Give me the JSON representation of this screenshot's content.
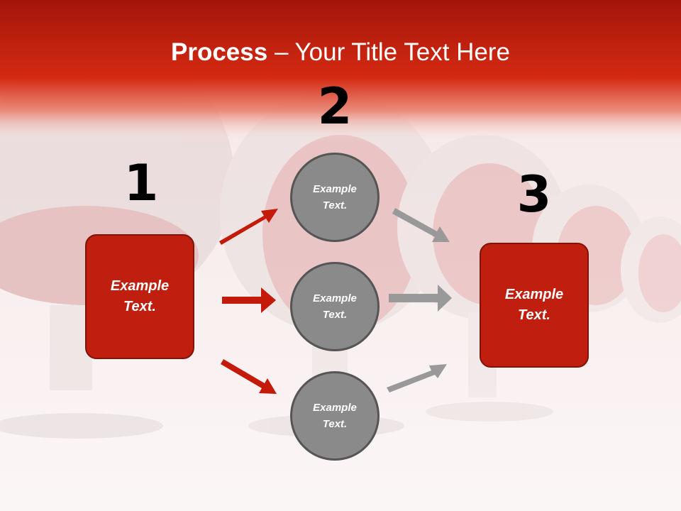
{
  "title": {
    "bold": "Process",
    "rest": " – Your Title Text Here"
  },
  "steps": [
    {
      "number": "1",
      "label": "Example Text."
    },
    {
      "number": "2",
      "items": [
        "Example Text.",
        "Example Text.",
        "Example Text."
      ]
    },
    {
      "number": "3",
      "label": "Example Text."
    }
  ],
  "colors": {
    "banner": "#c82a10",
    "box": "#c01f0f",
    "circle": "#8a8a8a",
    "red_arrow": "#c41a0a",
    "grey_arrow": "#999999"
  }
}
